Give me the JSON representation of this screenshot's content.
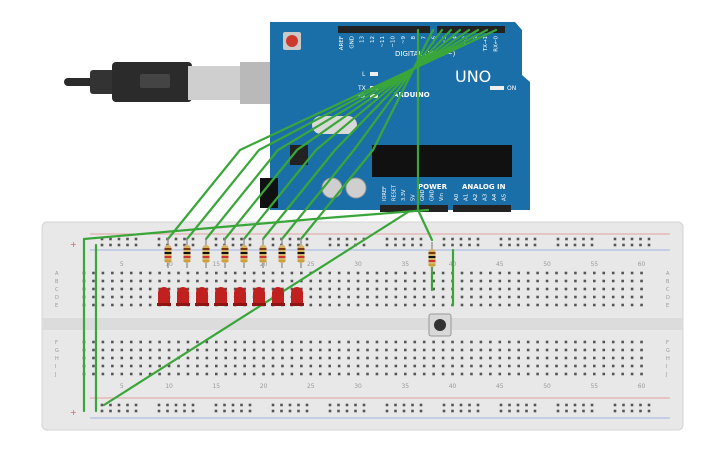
{
  "arduino": {
    "top_pins": [
      "AREF",
      "GND",
      "13",
      "12",
      "~11",
      "~10",
      "~9",
      "8",
      "7",
      "~6",
      "~5",
      "4",
      "~3",
      "2",
      "TX→1",
      "RX←0"
    ],
    "digital_label": "DIGITAL (PWM ~)",
    "uno_label": "UNO",
    "brand_label": "ARDUINO",
    "led_labels": [
      "L",
      "TX",
      "RX"
    ],
    "on_label": "ON",
    "power_label": "POWER",
    "analog_label": "ANALOG IN",
    "power_pins": [
      "IOREF",
      "RESET",
      "3.3V",
      "5V",
      "GND",
      "GND",
      "Vin"
    ],
    "analog_pins": [
      "A0",
      "A1",
      "A2",
      "A3",
      "A4",
      "A5"
    ]
  },
  "breadboard": {
    "column_numbers": [
      "5",
      "10",
      "15",
      "20",
      "25",
      "30",
      "35",
      "40",
      "45",
      "50",
      "55",
      "60"
    ],
    "row_letters_top": [
      "A",
      "B",
      "C",
      "D",
      "E"
    ],
    "row_letters_bottom": [
      "F",
      "G",
      "H",
      "I",
      "J"
    ]
  },
  "colors": {
    "board": "#1b6fa8",
    "wire": "#3aa63a",
    "led": "#c0201e",
    "breadboard": "#e8e8e8"
  },
  "leds": {
    "count": 8
  },
  "resistors": {
    "count": 9
  }
}
